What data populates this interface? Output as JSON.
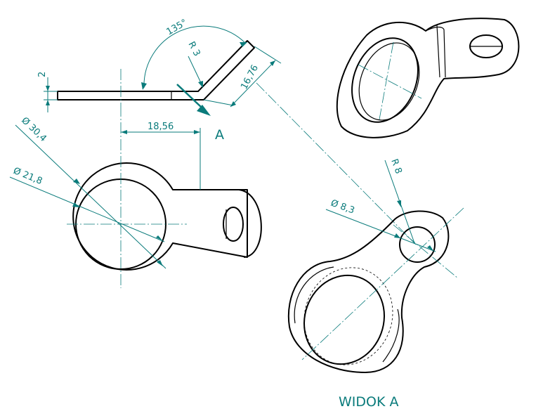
{
  "dimensions": {
    "angle": "135°",
    "bend_radius": "R 3",
    "thickness": "2",
    "flange_length": "16,76",
    "offset": "18,56",
    "outer_diameter": "Ø 30,4",
    "inner_diameter": "Ø 21,8",
    "small_hole_diameter": "Ø 8,3",
    "tab_radius": "R 8"
  },
  "view_arrow_label": "A",
  "view_title": "WIDOK A",
  "colors": {
    "dimension": "#0a7b7b",
    "object": "#000000"
  }
}
